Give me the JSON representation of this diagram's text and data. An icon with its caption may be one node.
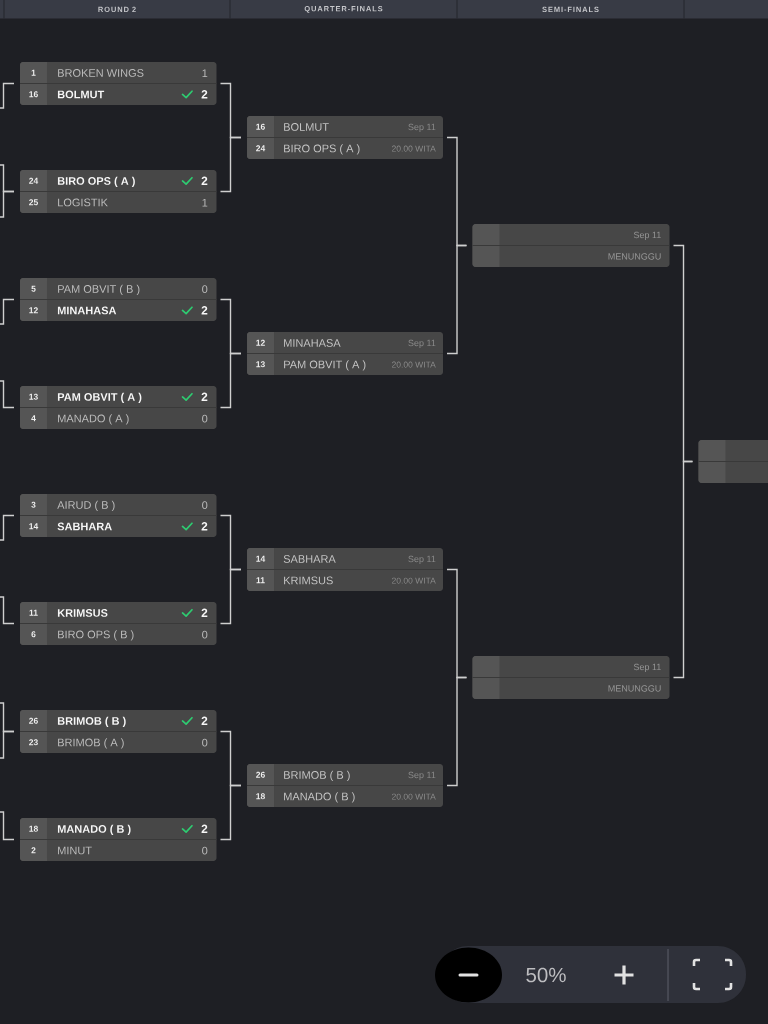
{
  "diagram": {
    "nodes": [
      {
        "text": [
          "1",
          "BROKEN WINGS",
          "1",
          "16",
          "BOLMUT",
          "2"
        ]
      },
      {
        "text": [
          "24",
          "BIRO OPS ( A )",
          "2",
          "25",
          "LOGISTIK",
          "1"
        ]
      },
      {
        "text": [
          "5",
          "PAM OBVIT ( B )",
          "0",
          "12",
          "MINAHASA",
          "2"
        ]
      },
      {
        "text": [
          "13",
          "PAM OBVIT ( A )",
          "2",
          "4",
          "MANADO ( A )",
          "0"
        ]
      },
      {
        "text": [
          "3",
          "AIRUD ( B )",
          "0",
          "14",
          "SABHARA",
          "2"
        ]
      },
      {
        "text": [
          "11",
          "KRIMSUS",
          "2",
          "6",
          "BIRO OPS ( B )",
          "0"
        ]
      },
      {
        "text": [
          "26",
          "BRIMOB ( B )",
          "2",
          "23",
          "BRIMOB ( A )",
          "0"
        ]
      },
      {
        "text": [
          "18",
          "MANADO ( B )",
          "2",
          "2",
          "MINUT",
          "0"
        ]
      },
      {
        "text": [
          "16",
          "BOLMUT",
          "Sep 11",
          "24",
          "BIRO OPS ( A )",
          "20.00 WITA"
        ]
      },
      {
        "text": [
          "12",
          "MINAHASA",
          "Sep 11",
          "13",
          "PAM OBVIT ( A )",
          "20.00 WITA"
        ]
      },
      {
        "text": [
          "14",
          "SABHARA",
          "Sep 11",
          "11",
          "KRIMSUS",
          "20.00 WITA"
        ]
      },
      {
        "text": [
          "26",
          "BRIMOB ( B )",
          "Sep 11",
          "18",
          "MANADO ( B )",
          "20.00 WITA"
        ]
      },
      {
        "text": [
          "Sep 11",
          "MENUNGGU"
        ]
      },
      {
        "text": [
          "Sep 11",
          "MENUNGGU"
        ]
      },
      {
        "text": [],
        "shape": "box"
      }
    ],
    "edges": [
      {
        "from": null,
        "to": 0,
        "arrow": "none"
      },
      {
        "from": null,
        "to": 1,
        "arrow": "none"
      },
      {
        "from": null,
        "to": 1,
        "arrow": "none"
      },
      {
        "from": null,
        "to": 2,
        "arrow": "none"
      },
      {
        "from": null,
        "to": 3,
        "arrow": "none"
      },
      {
        "from": null,
        "to": 4,
        "arrow": "none"
      },
      {
        "from": null,
        "to": 5,
        "arrow": "none"
      },
      {
        "from": null,
        "to": 6,
        "arrow": "none"
      },
      {
        "from": null,
        "to": 6,
        "arrow": "none"
      },
      {
        "from": null,
        "to": 7,
        "arrow": "none"
      },
      {
        "from": 0,
        "to": 8,
        "arrow": "none"
      },
      {
        "from": 1,
        "to": 8,
        "arrow": "none"
      },
      {
        "from": 2,
        "to": 9,
        "arrow": "none"
      },
      {
        "from": 3,
        "to": 9,
        "arrow": "none"
      },
      {
        "from": 4,
        "to": 10,
        "arrow": "none"
      },
      {
        "from": 5,
        "to": 10,
        "arrow": "none"
      },
      {
        "from": 6,
        "to": 11,
        "arrow": "none"
      },
      {
        "from": 7,
        "to": 11,
        "arrow": "none"
      },
      {
        "from": 8,
        "to": 12,
        "arrow": "none"
      },
      {
        "from": 9,
        "to": 12,
        "arrow": "none"
      },
      {
        "from": 10,
        "to": 13,
        "arrow": "none"
      },
      {
        "from": 11,
        "to": 13,
        "arrow": "none"
      },
      {
        "from": 12,
        "to": 14,
        "arrow": "none"
      },
      {
        "from": 13,
        "to": 14,
        "arrow": "none"
      }
    ],
    "labels": [
      "ROUND 2",
      "QUARTER-FINALS",
      "SEMI-FINALS",
      "50%"
    ]
  }
}
